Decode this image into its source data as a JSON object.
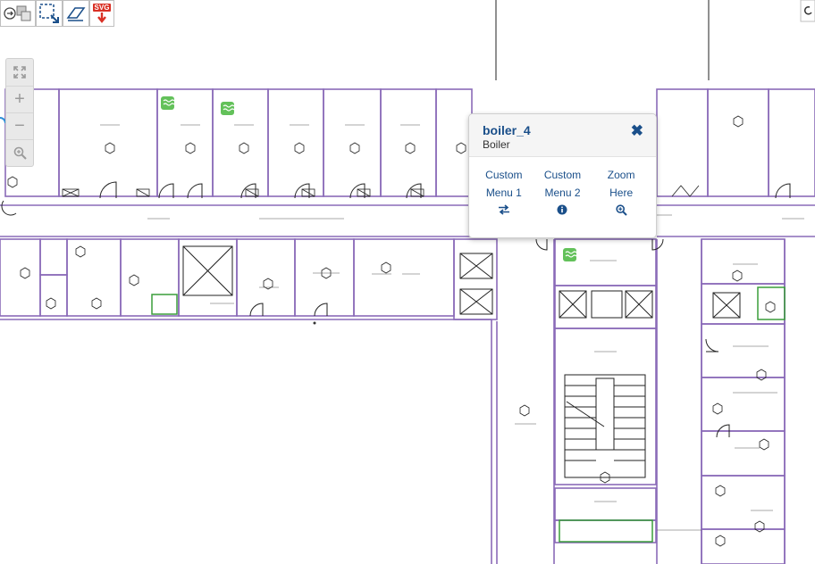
{
  "popup": {
    "title": "boiler_4",
    "subtitle": "Boiler",
    "menu": [
      {
        "line1": "Custom",
        "line2": "Menu 1",
        "icon": "exchange-icon"
      },
      {
        "line1": "Custom",
        "line2": "Menu 2",
        "icon": "info-circle-icon"
      },
      {
        "line1": "Zoom",
        "line2": "Here",
        "icon": "zoom-in-icon"
      }
    ]
  },
  "toolbar": {
    "svg_label": "SVG"
  },
  "colors": {
    "wall": "#8a6bb8",
    "accent": "#1a4f8a",
    "sensor": "#63c15a",
    "highlight": "#3a9e3a"
  }
}
